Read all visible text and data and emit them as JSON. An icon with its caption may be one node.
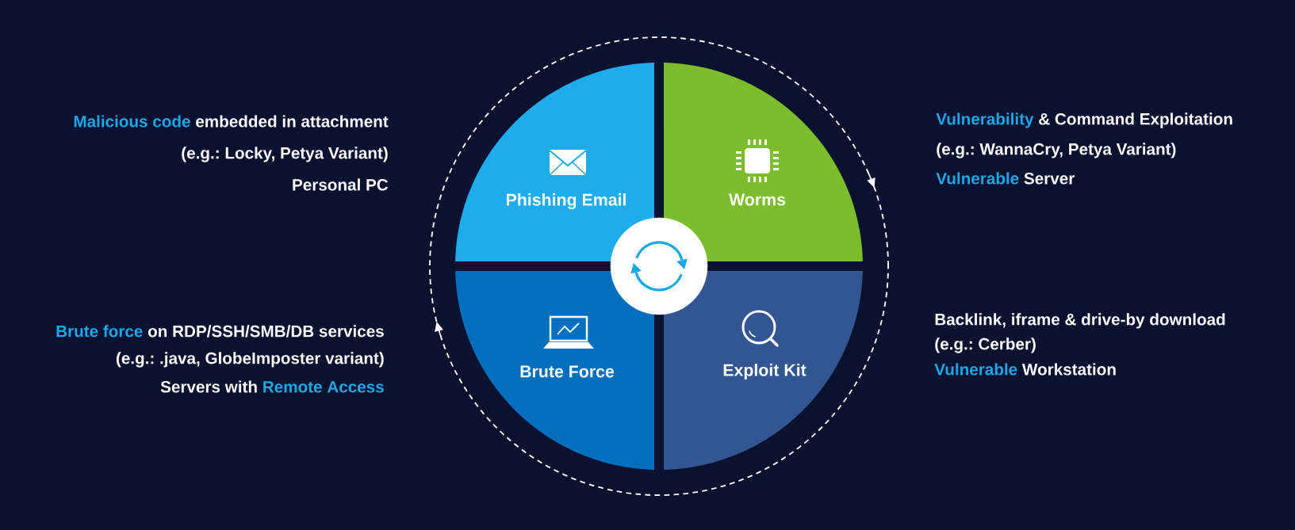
{
  "diagram": {
    "nodes": [
      {
        "text": [
          "Phishing Email"
        ],
        "beside": [
          "Malicious code",
          "embedded in attachment",
          "(e.g.: Locky, Petya Variant)",
          "Personal PC"
        ]
      },
      {
        "text": [
          "Worms"
        ],
        "beside": [
          "Vulnerability",
          "& Command Exploitation",
          "(e.g.: WannaCry, Petya Variant)",
          "Vulnerable",
          "Server"
        ]
      },
      {
        "text": [
          "Brute Force"
        ],
        "beside": [
          "Brute force",
          "on RDP/SSH/SMB/DB services",
          "(e.g.: .java, GlobeImposter variant)",
          "Servers with",
          "Remote Access"
        ]
      },
      {
        "text": [
          "Exploit Kit"
        ],
        "beside": [
          "Backlink, iframe & drive-by download",
          "(e.g.: Cerber)",
          "Vulnerable",
          "Workstation"
        ]
      },
      {
        "text": [],
        "shape": "circle"
      }
    ]
  }
}
